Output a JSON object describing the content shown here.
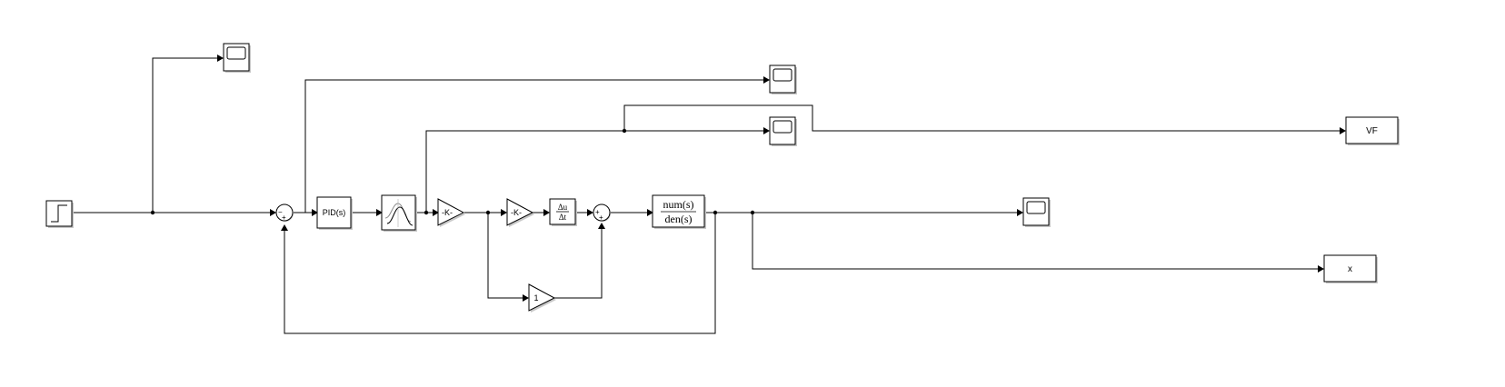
{
  "blocks": {
    "pid_label": "PID(s)",
    "gain1_label": "-K-",
    "gain2_label": "-K-",
    "gain3_label": "1",
    "deriv_num": "Δu",
    "deriv_den": "Δt",
    "tf_num": "num(s)",
    "tf_den": "den(s)",
    "out_vf_label": "VF",
    "out_x_label": "x"
  },
  "sum1_signs": {
    "top": "−",
    "bottom": "+"
  },
  "sum2_signs": {
    "left": "+",
    "bottom": "+"
  },
  "icons": [
    "step-icon",
    "scope-icon",
    "saturation-icon",
    "derivative-icon"
  ]
}
